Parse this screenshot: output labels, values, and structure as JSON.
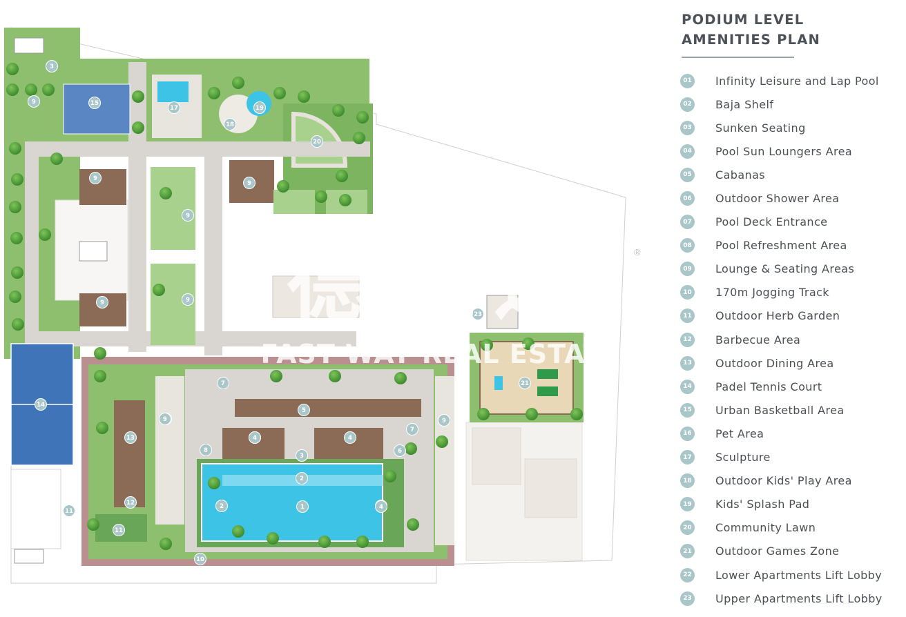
{
  "title": "PODIUM LEVEL\nAMENITIES PLAN",
  "legend": [
    {
      "num": "01",
      "label": "Infinity Leisure and Lap Pool"
    },
    {
      "num": "02",
      "label": "Baja Shelf"
    },
    {
      "num": "03",
      "label": "Sunken Seating"
    },
    {
      "num": "04",
      "label": "Pool Sun Loungers Area"
    },
    {
      "num": "05",
      "label": "Cabanas"
    },
    {
      "num": "06",
      "label": "Outdoor Shower Area"
    },
    {
      "num": "07",
      "label": "Pool Deck Entrance"
    },
    {
      "num": "08",
      "label": "Pool Refreshment Area"
    },
    {
      "num": "09",
      "label": "Lounge & Seating Areas"
    },
    {
      "num": "10",
      "label": "170m Jogging Track"
    },
    {
      "num": "11",
      "label": "Outdoor Herb Garden"
    },
    {
      "num": "12",
      "label": "Barbecue Area"
    },
    {
      "num": "13",
      "label": "Outdoor Dining Area"
    },
    {
      "num": "14",
      "label": "Padel Tennis Court"
    },
    {
      "num": "15",
      "label": "Urban Basketball Area"
    },
    {
      "num": "16",
      "label": "Pet Area"
    },
    {
      "num": "17",
      "label": "Sculpture"
    },
    {
      "num": "18",
      "label": "Outdoor Kids' Play Area"
    },
    {
      "num": "19",
      "label": "Kids' Splash Pad"
    },
    {
      "num": "20",
      "label": "Community Lawn"
    },
    {
      "num": "21",
      "label": "Outdoor Games Zone"
    },
    {
      "num": "22",
      "label": "Lower Apartments Lift Lobby"
    },
    {
      "num": "23",
      "label": "Upper Apartments Lift Lobby"
    }
  ],
  "plan_markers": [
    "1",
    "2",
    "2",
    "2",
    "3",
    "3",
    "4",
    "4",
    "4",
    "4",
    "5",
    "6",
    "7",
    "7",
    "8",
    "9",
    "9",
    "9",
    "9",
    "9",
    "9",
    "9",
    "9",
    "9",
    "9",
    "10",
    "11",
    "11",
    "12",
    "13",
    "14",
    "15",
    "17",
    "18",
    "19",
    "20",
    "21",
    "23"
  ],
  "watermark": {
    "chinese": "德世迦",
    "english": "FAST WAY REAL ESTATE",
    "registered": "®"
  },
  "colors": {
    "lawn": "#8dbf6e",
    "lawn_light": "#a9d18e",
    "paving": "#d9d6d1",
    "track": "#b98f8f",
    "deck": "#8b6b55",
    "pool": "#3cc3e6",
    "court_padel": "#3f74b8",
    "court_basketball": "#5b86c4",
    "marker": "#a9c6c9"
  }
}
